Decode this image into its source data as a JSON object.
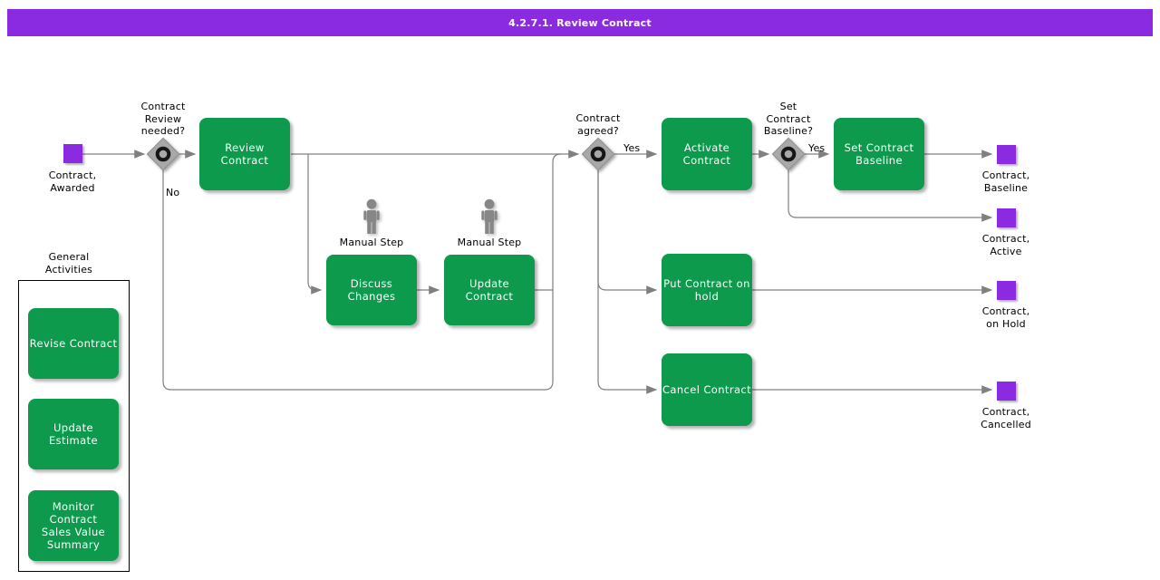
{
  "title": "4.2.7.1. Review Contract",
  "colors": {
    "accent_purple": "#8A2BE2",
    "task_green": "#0D9A4D",
    "connector_gray": "#808080",
    "gateway_gray": "#A8A8A8"
  },
  "events": {
    "awarded": {
      "label": "Contract,\nAwarded"
    },
    "baseline": {
      "label": "Contract,\nBaseline"
    },
    "active": {
      "label": "Contract,\nActive"
    },
    "on_hold": {
      "label": "Contract,\non Hold"
    },
    "cancelled": {
      "label": "Contract,\nCancelled"
    }
  },
  "gateways": {
    "review_needed": {
      "label": "Contract\nReview\nneeded?",
      "branch_no": "No"
    },
    "agreed": {
      "label": "Contract\nagreed?",
      "branch_yes": "Yes"
    },
    "set_baseline": {
      "label": "Set\nContract\nBaseline?",
      "branch_yes": "Yes"
    }
  },
  "tasks": {
    "review": {
      "label": "Review Contract"
    },
    "discuss": {
      "label": "Discuss\nChanges"
    },
    "update": {
      "label": "Update Contract"
    },
    "activate": {
      "label": "Activate\nContract"
    },
    "set_baseline": {
      "label": "Set Contract\nBaseline"
    },
    "put_on_hold": {
      "label": "Put Contract on\nhold"
    },
    "cancel": {
      "label": "Cancel Contract"
    }
  },
  "manual_steps": {
    "step1": {
      "label": "Manual Step"
    },
    "step2": {
      "label": "Manual Step"
    }
  },
  "sidebar": {
    "title": "General\nActivities",
    "tasks": {
      "revise": {
        "label": "Revise Contract"
      },
      "update_estimate": {
        "label": "Update Estimate"
      },
      "monitor": {
        "label": "Monitor Contract\nSales Value\nSummary"
      }
    }
  }
}
